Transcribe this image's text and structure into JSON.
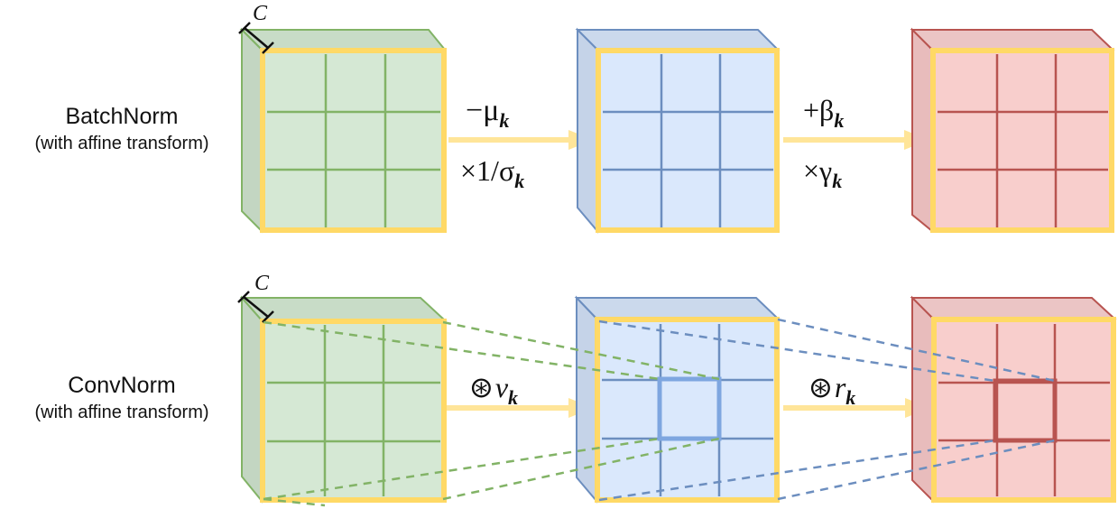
{
  "rows": [
    {
      "title": "BatchNorm",
      "subtitle": "(with affine transform)",
      "channel_label": "C",
      "ops": [
        {
          "line1": "−μ",
          "line1_sub": "k",
          "line2": "×1/σ",
          "line2_sub": "k"
        },
        {
          "line1": "+β",
          "line1_sub": "k",
          "line2": "×γ",
          "line2_sub": "k"
        }
      ]
    },
    {
      "title": "ConvNorm",
      "subtitle": "(with affine transform)",
      "channel_label": "C",
      "ops": [
        {
          "symbol": "⊛",
          "var": "v",
          "sub": "k"
        },
        {
          "symbol": "⊛",
          "var": "r",
          "sub": "k"
        }
      ]
    }
  ],
  "colors": {
    "green_front": "#d5e8d4",
    "green_side": "#c3d6c2",
    "green_stroke": "#82b366",
    "blue_front": "#dae8fc",
    "blue_side": "#c5d3e8",
    "blue_stroke": "#6c8ebf",
    "red_front": "#f8cecc",
    "red_side": "#e8bcbc",
    "red_stroke": "#b85450",
    "yellow_border": "#ffd966",
    "arrow": "#ffe599"
  }
}
